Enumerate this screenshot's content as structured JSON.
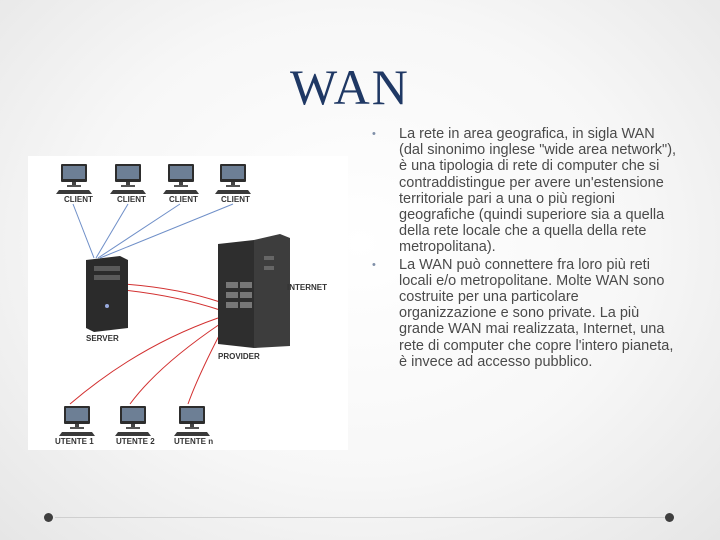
{
  "slide": {
    "title": "WAN",
    "bullets": [
      "La rete in area geografica, in sigla WAN (dal sinonimo inglese \"wide area network\"), è una tipologia di rete di computer che si contraddistingue per avere un'estensione territoriale pari a una o più regioni geografiche (quindi superiore sia a quella della rete locale che a quella della rete metropolitana).",
      "La WAN può connettere fra loro più reti locali e/o metropolitane. Molte WAN sono costruite per una particolare organizzazione e sono private. La più grande WAN mai realizzata, Internet, una rete di computer che copre l'intero pianeta, è invece ad accesso pubblico."
    ],
    "bullet_glyph": "•"
  },
  "diagram": {
    "clients": [
      "CLIENT",
      "CLIENT",
      "CLIENT",
      "CLIENT"
    ],
    "server": "SERVER",
    "provider": "PROVIDER",
    "internet": "INTERNET",
    "users": [
      "UTENTE 1",
      "UTENTE 2",
      "UTENTE n"
    ],
    "colors": {
      "client_links": "#6f8fc8",
      "internet_links": "#d23030",
      "text": "#333333"
    }
  }
}
